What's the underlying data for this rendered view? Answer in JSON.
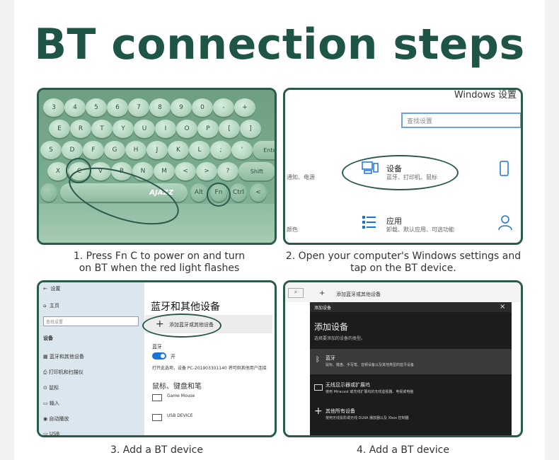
{
  "title": "BT connection steps",
  "steps": [
    {
      "line1": "1. Press Fn C to power on and turn",
      "line2": "on BT when the red light flashes"
    },
    {
      "line1": "2. Open your computer's Windows settings and",
      "line2": "tap on the BT device."
    },
    {
      "line1": "3. Add a BT device",
      "line2": ""
    },
    {
      "line1": "4. Add a BT device",
      "line2": ""
    }
  ],
  "keyboard": {
    "row1": [
      "3",
      "4",
      "5",
      "6",
      "7",
      "8",
      "9",
      "0",
      "-",
      "+"
    ],
    "row2": [
      "E",
      "R",
      "T",
      "Y",
      "U",
      "I",
      "O",
      "P",
      "[",
      "]"
    ],
    "row3": [
      "S",
      "D",
      "F",
      "G",
      "H",
      "J",
      "K",
      "L",
      ";",
      "'",
      "Enter"
    ],
    "row4": [
      "X",
      "C",
      "V",
      "B",
      "N",
      "M",
      "<",
      ">",
      "?",
      "Shift"
    ],
    "row5": [
      "Alt",
      "Fn",
      "Ctrl",
      "<"
    ],
    "brand": "AJAZZ"
  },
  "settings": {
    "window_title": "Windows 设置",
    "search_placeholder": "查找设置",
    "devices_title": "设备",
    "devices_sub": "蓝牙、打印机、鼠标",
    "apps_title": "应用",
    "apps_sub": "卸载、默认应用、可选功能",
    "left_fragment_1": "通知、电源",
    "left_fragment_2": "颜色"
  },
  "bt_page": {
    "nav_back": "设置",
    "nav_home": "主页",
    "search_placeholder": "查找设置",
    "section_label": "设备",
    "nav_items": [
      "蓝牙和其他设备",
      "打印机和扫描仪",
      "鼠标",
      "输入",
      "自动播放",
      "USB"
    ],
    "page_title": "蓝牙和其他设备",
    "add_label": "添加蓝牙或其他设备",
    "bt_label": "蓝牙",
    "toggle_state": "开",
    "discoverable": "打开此选项，设备 PC-201903301140 将可供其他用户连接",
    "mouse_section": "鼠标、键盘和笔",
    "device_1": "Game Mouse",
    "device_2": "USB DEVICE"
  },
  "add_dialog": {
    "behind_text": "添加蓝牙或其他设备",
    "bar_title": "添加设备",
    "close": "×",
    "heading": "添加设备",
    "subheading": "选择要添加的设备的类型。",
    "opt1_title": "蓝牙",
    "opt1_sub": "鼠标、键盘、手写笔、音频设备以及其他类型的蓝牙设备",
    "opt2_title": "无线显示器或扩展坞",
    "opt2_sub": "使用 Miracast 或无线扩展坞的无线监视器、电视或电脑",
    "opt3_title": "其他所有设备",
    "opt3_sub": "使用无线投影或无线 DLNA 播放器以及 Xbox 控制器"
  }
}
